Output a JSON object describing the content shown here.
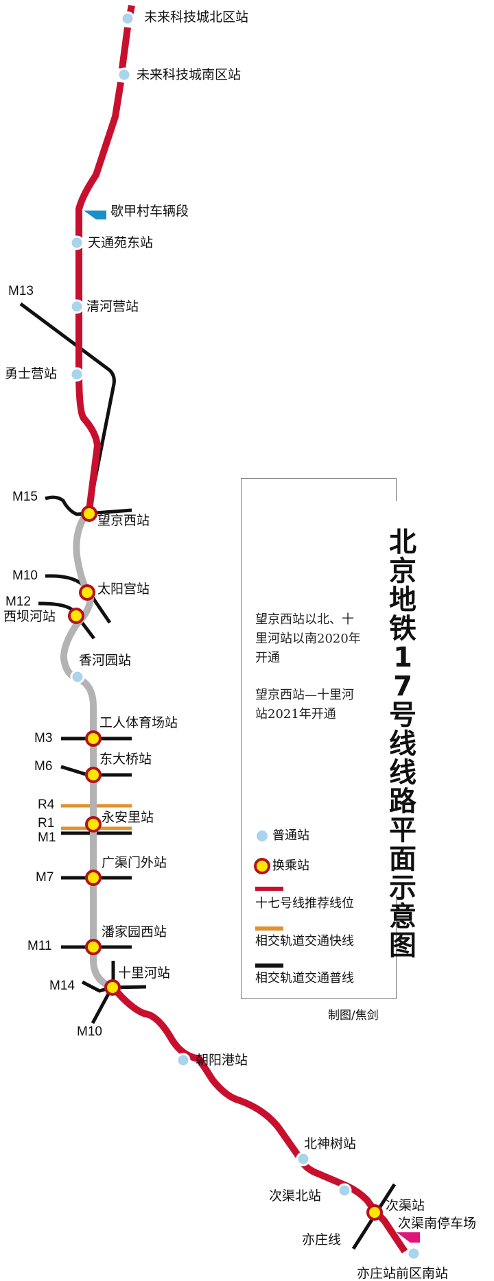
{
  "title": "北京地铁17号线线路平面示意图",
  "notes": [
    "望京西站以北、十里河站以南2020年开通",
    "望京西站—十里河站2021年开通"
  ],
  "legend": {
    "regular_station": "普通站",
    "transfer_station": "换乘站",
    "line17": "十七号线推荐线位",
    "express_line": "相交轨道交通快线",
    "normal_line": "相交轨道交通普线"
  },
  "credit": "制图/焦剑",
  "colors": {
    "line17": "#c8102e",
    "line17_phase2": "#b3b3b3",
    "regular_station": "#a8d4ec",
    "transfer_fill": "#ffe600",
    "transfer_ring": "#b5121b",
    "express": "#e0922f",
    "normal": "#111111",
    "depot_north": "#1a8fc9",
    "depot_south": "#e0157a"
  },
  "stations": [
    {
      "name": "未来科技城北区站",
      "type": "regular"
    },
    {
      "name": "未来科技城南区站",
      "type": "regular"
    },
    {
      "name": "天通苑东站",
      "type": "regular"
    },
    {
      "name": "清河营站",
      "type": "regular"
    },
    {
      "name": "勇士营站",
      "type": "regular"
    },
    {
      "name": "望京西站",
      "type": "transfer"
    },
    {
      "name": "太阳宫站",
      "type": "transfer"
    },
    {
      "name": "西坝河站",
      "type": "transfer"
    },
    {
      "name": "香河园站",
      "type": "regular"
    },
    {
      "name": "工人体育场站",
      "type": "transfer"
    },
    {
      "name": "东大桥站",
      "type": "transfer"
    },
    {
      "name": "永安里站",
      "type": "transfer"
    },
    {
      "name": "广渠门外站",
      "type": "transfer"
    },
    {
      "name": "潘家园西站",
      "type": "transfer"
    },
    {
      "name": "十里河站",
      "type": "transfer"
    },
    {
      "name": "朝阳港站",
      "type": "regular"
    },
    {
      "name": "北神树站",
      "type": "regular"
    },
    {
      "name": "次渠北站",
      "type": "regular"
    },
    {
      "name": "次渠站",
      "type": "transfer"
    },
    {
      "name": "亦庄站前区南站",
      "type": "regular"
    }
  ],
  "depots": [
    "歇甲村车辆段",
    "次渠南停车场"
  ],
  "crossing_lines": [
    "M13",
    "M15",
    "M10",
    "M12",
    "M3",
    "M6",
    "R4",
    "R1",
    "M1",
    "M7",
    "M11",
    "M14",
    "M10",
    "亦庄线"
  ]
}
